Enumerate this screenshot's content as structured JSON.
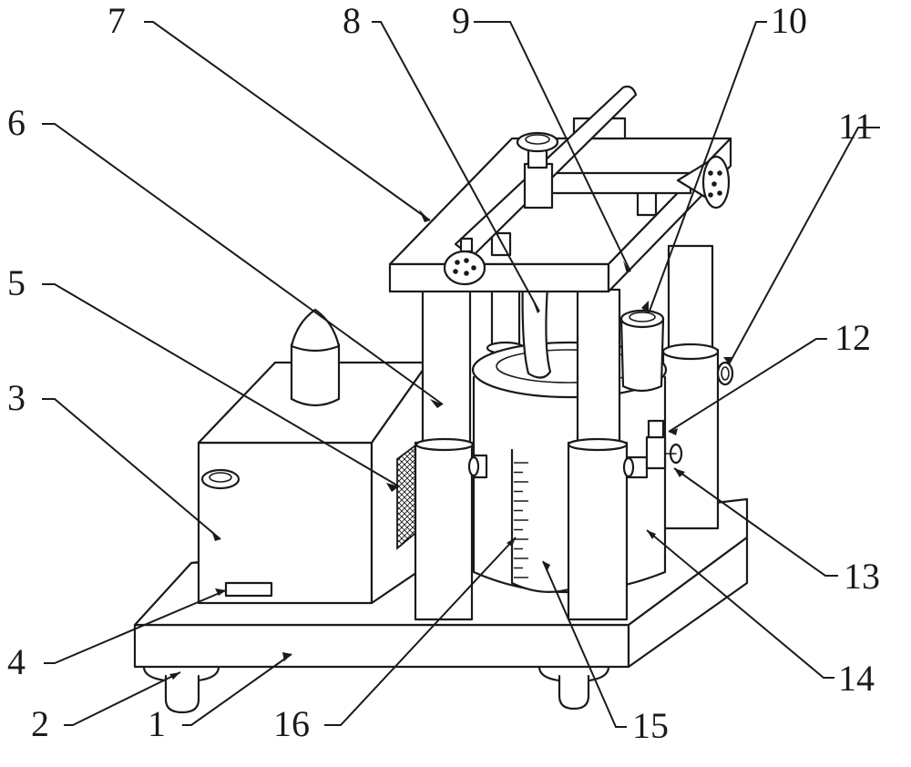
{
  "callouts": [
    {
      "id": "1",
      "label": "1"
    },
    {
      "id": "2",
      "label": "2"
    },
    {
      "id": "3",
      "label": "3"
    },
    {
      "id": "4",
      "label": "4"
    },
    {
      "id": "5",
      "label": "5"
    },
    {
      "id": "6",
      "label": "6"
    },
    {
      "id": "7",
      "label": "7"
    },
    {
      "id": "8",
      "label": "8"
    },
    {
      "id": "9",
      "label": "9"
    },
    {
      "id": "10",
      "label": "10"
    },
    {
      "id": "11",
      "label": "11"
    },
    {
      "id": "12",
      "label": "12"
    },
    {
      "id": "13",
      "label": "13"
    },
    {
      "id": "14",
      "label": "14"
    },
    {
      "id": "15",
      "label": "15"
    },
    {
      "id": "16",
      "label": "16"
    }
  ],
  "colors": {
    "line": "#1a1a1a",
    "background": "#ffffff"
  }
}
